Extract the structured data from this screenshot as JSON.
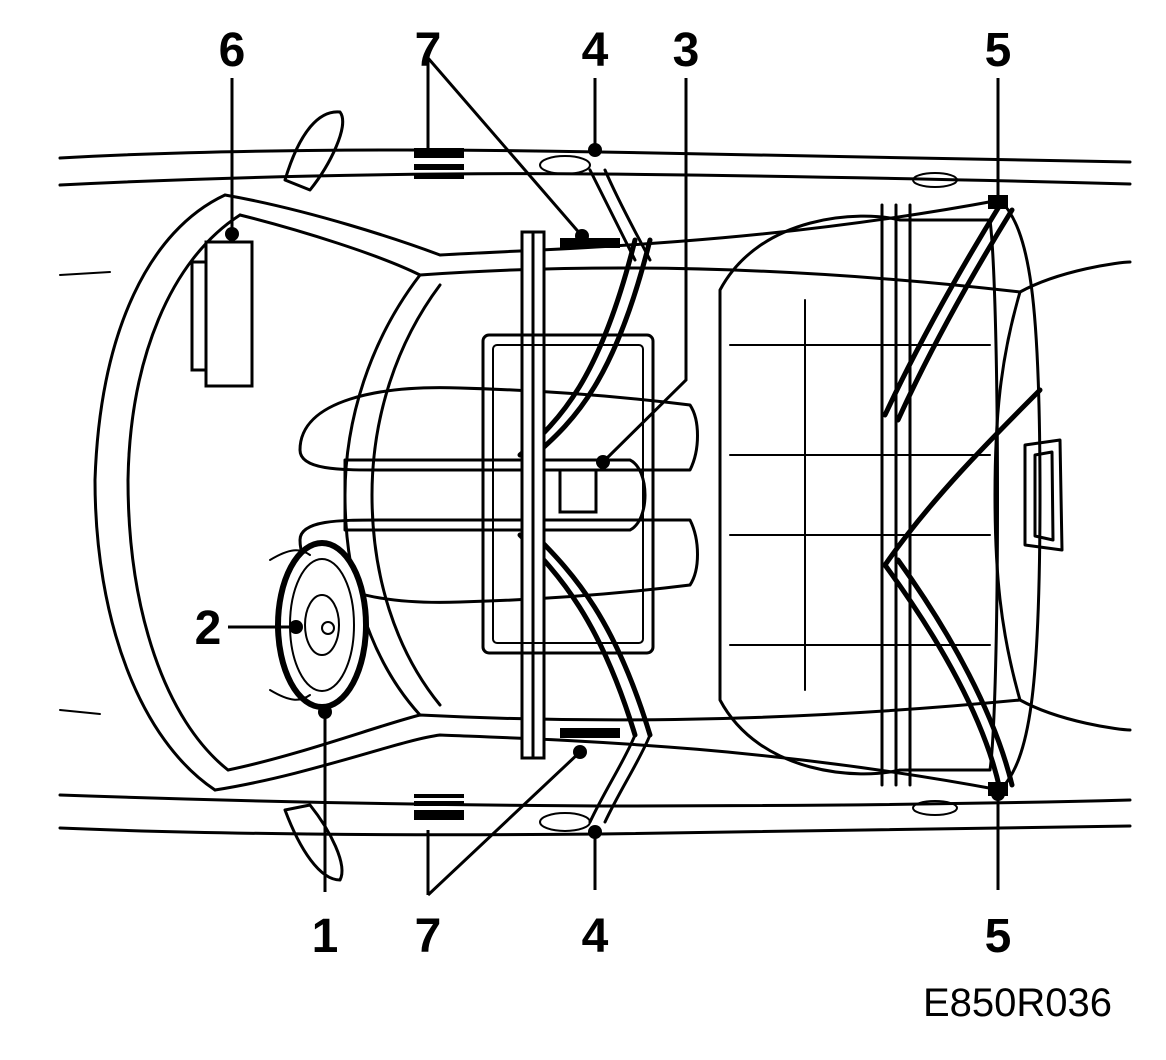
{
  "callouts": {
    "c1": "1",
    "c2": "2",
    "c3": "3",
    "c4_top": "4",
    "c4_bottom": "4",
    "c5_top": "5",
    "c5_bottom": "5",
    "c6": "6",
    "c7_top": "7",
    "c7_bottom": "7"
  },
  "figure_code": "E850R036"
}
